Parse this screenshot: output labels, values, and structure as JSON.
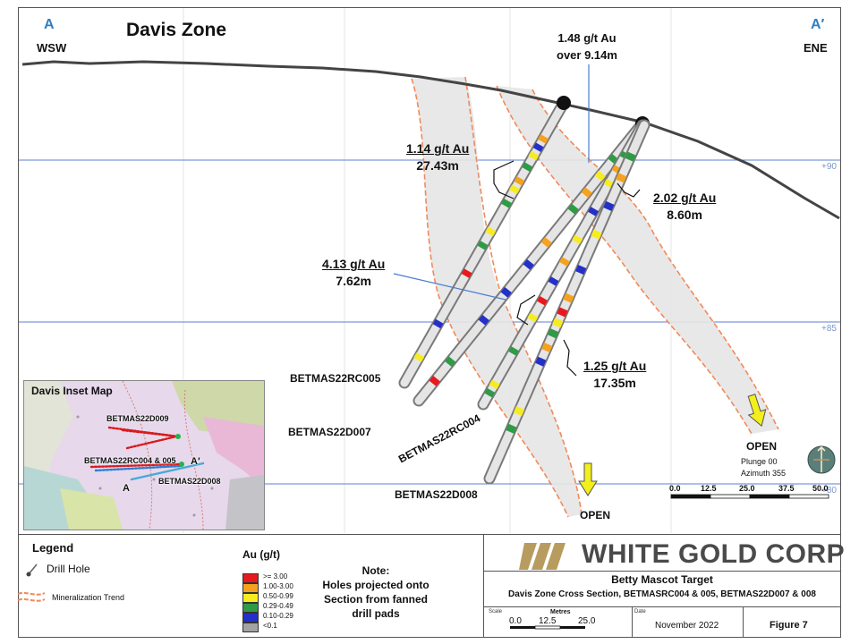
{
  "section": {
    "label_left": "A",
    "label_right": "A′",
    "dir_left": "WSW",
    "dir_right": "ENE",
    "title": "Davis Zone",
    "elev_upper": "+90",
    "elev_middle": "+85",
    "elev_lower": "+80",
    "open_labels": [
      "OPEN",
      "OPEN"
    ],
    "plunge": "Plunge 00",
    "azimuth": "Azimuth 355",
    "scale_ticks": [
      "0.0",
      "12.5",
      "25.0",
      "37.5",
      "50.0"
    ]
  },
  "intercepts": [
    {
      "grade": "1.48 g/t Au",
      "length": "over 9.14m"
    },
    {
      "grade": "1.14 g/t Au",
      "length": "27.43m"
    },
    {
      "grade": "2.02 g/t Au",
      "length": "8.60m"
    },
    {
      "grade": "4.13 g/t Au",
      "length": "7.62m"
    },
    {
      "grade": "1.25 g/t Au",
      "length": "17.35m"
    }
  ],
  "holes": [
    "BETMAS22RC005",
    "BETMAS22D007",
    "BETMAS22RC004",
    "BETMAS22D008"
  ],
  "inset": {
    "title": "Davis Inset Map",
    "labels": [
      "BETMAS22D009",
      "BETMAS22RC004 & 005",
      "BETMAS22D008",
      "A",
      "A′"
    ]
  },
  "legend": {
    "title": "Legend",
    "drill_hole": "Drill Hole",
    "trend": "Mineralization Trend",
    "au_title": "Au (g/t)",
    "bins": [
      {
        "label": ">= 3.00",
        "color": "#e8191d"
      },
      {
        "label": "1.00-3.00",
        "color": "#f4a21f"
      },
      {
        "label": "0.50-0.99",
        "color": "#f7ec22"
      },
      {
        "label": "0.29-0.49",
        "color": "#2f9b45"
      },
      {
        "label": "0.10-0.29",
        "color": "#2430c8"
      },
      {
        "label": "<0.1",
        "color": "#a3a3a3"
      }
    ]
  },
  "note": {
    "title": "Note:",
    "text": "Holes projected onto Section from fanned drill pads"
  },
  "title_block": {
    "company": "WHITE GOLD CORP",
    "project": "Betty Mascot Target",
    "subtitle": "Davis Zone Cross Section,  BETMASRC004 & 005, BETMAS22D007 & 008",
    "scale_label": "Scale",
    "metres_label": "Metres",
    "scale_ticks": [
      "0.0",
      "12.5",
      "25.0"
    ],
    "date_label": "Date",
    "date": "November 2022",
    "figure": "Figure 7"
  }
}
